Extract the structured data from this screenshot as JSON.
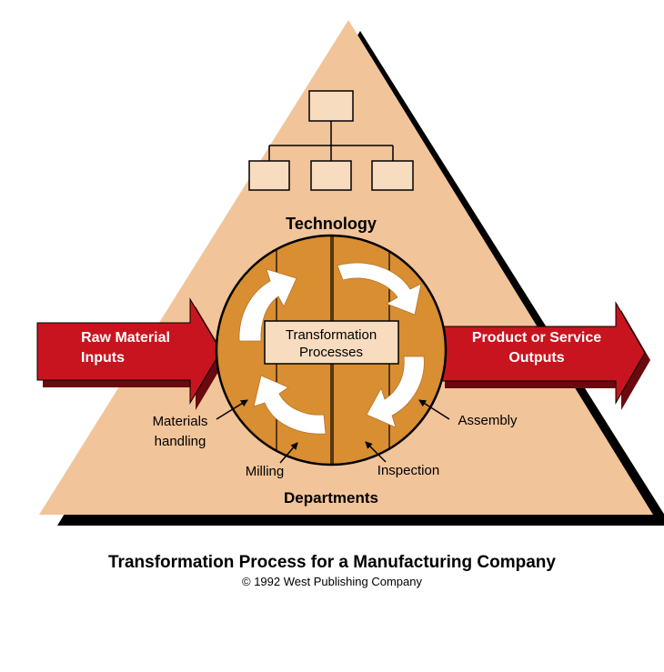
{
  "diagram": {
    "top_label": "Technology",
    "bottom_label": "Departments",
    "center_box": {
      "line1": "Transformation",
      "line2": "Processes"
    },
    "input_arrow": {
      "line1": "Raw Material",
      "line2": "Inputs"
    },
    "output_arrow": {
      "line1": "Product or Service",
      "line2": "Outputs"
    },
    "departments": [
      {
        "line1": "Materials",
        "line2": "handling"
      },
      {
        "line1": "Milling"
      },
      {
        "line1": "Inspection"
      },
      {
        "line1": "Assembly"
      }
    ],
    "org_chart": {
      "boxes": 4
    },
    "colors": {
      "triangle": "#f2c49a",
      "shadow": "#000000",
      "circle": "#d98e32",
      "arrow_red": "#c8141e",
      "box_fill": "#f8dcc0"
    }
  },
  "caption": {
    "title": "Transformation Process for a Manufacturing Company",
    "copyright": "© 1992 West Publishing Company"
  }
}
